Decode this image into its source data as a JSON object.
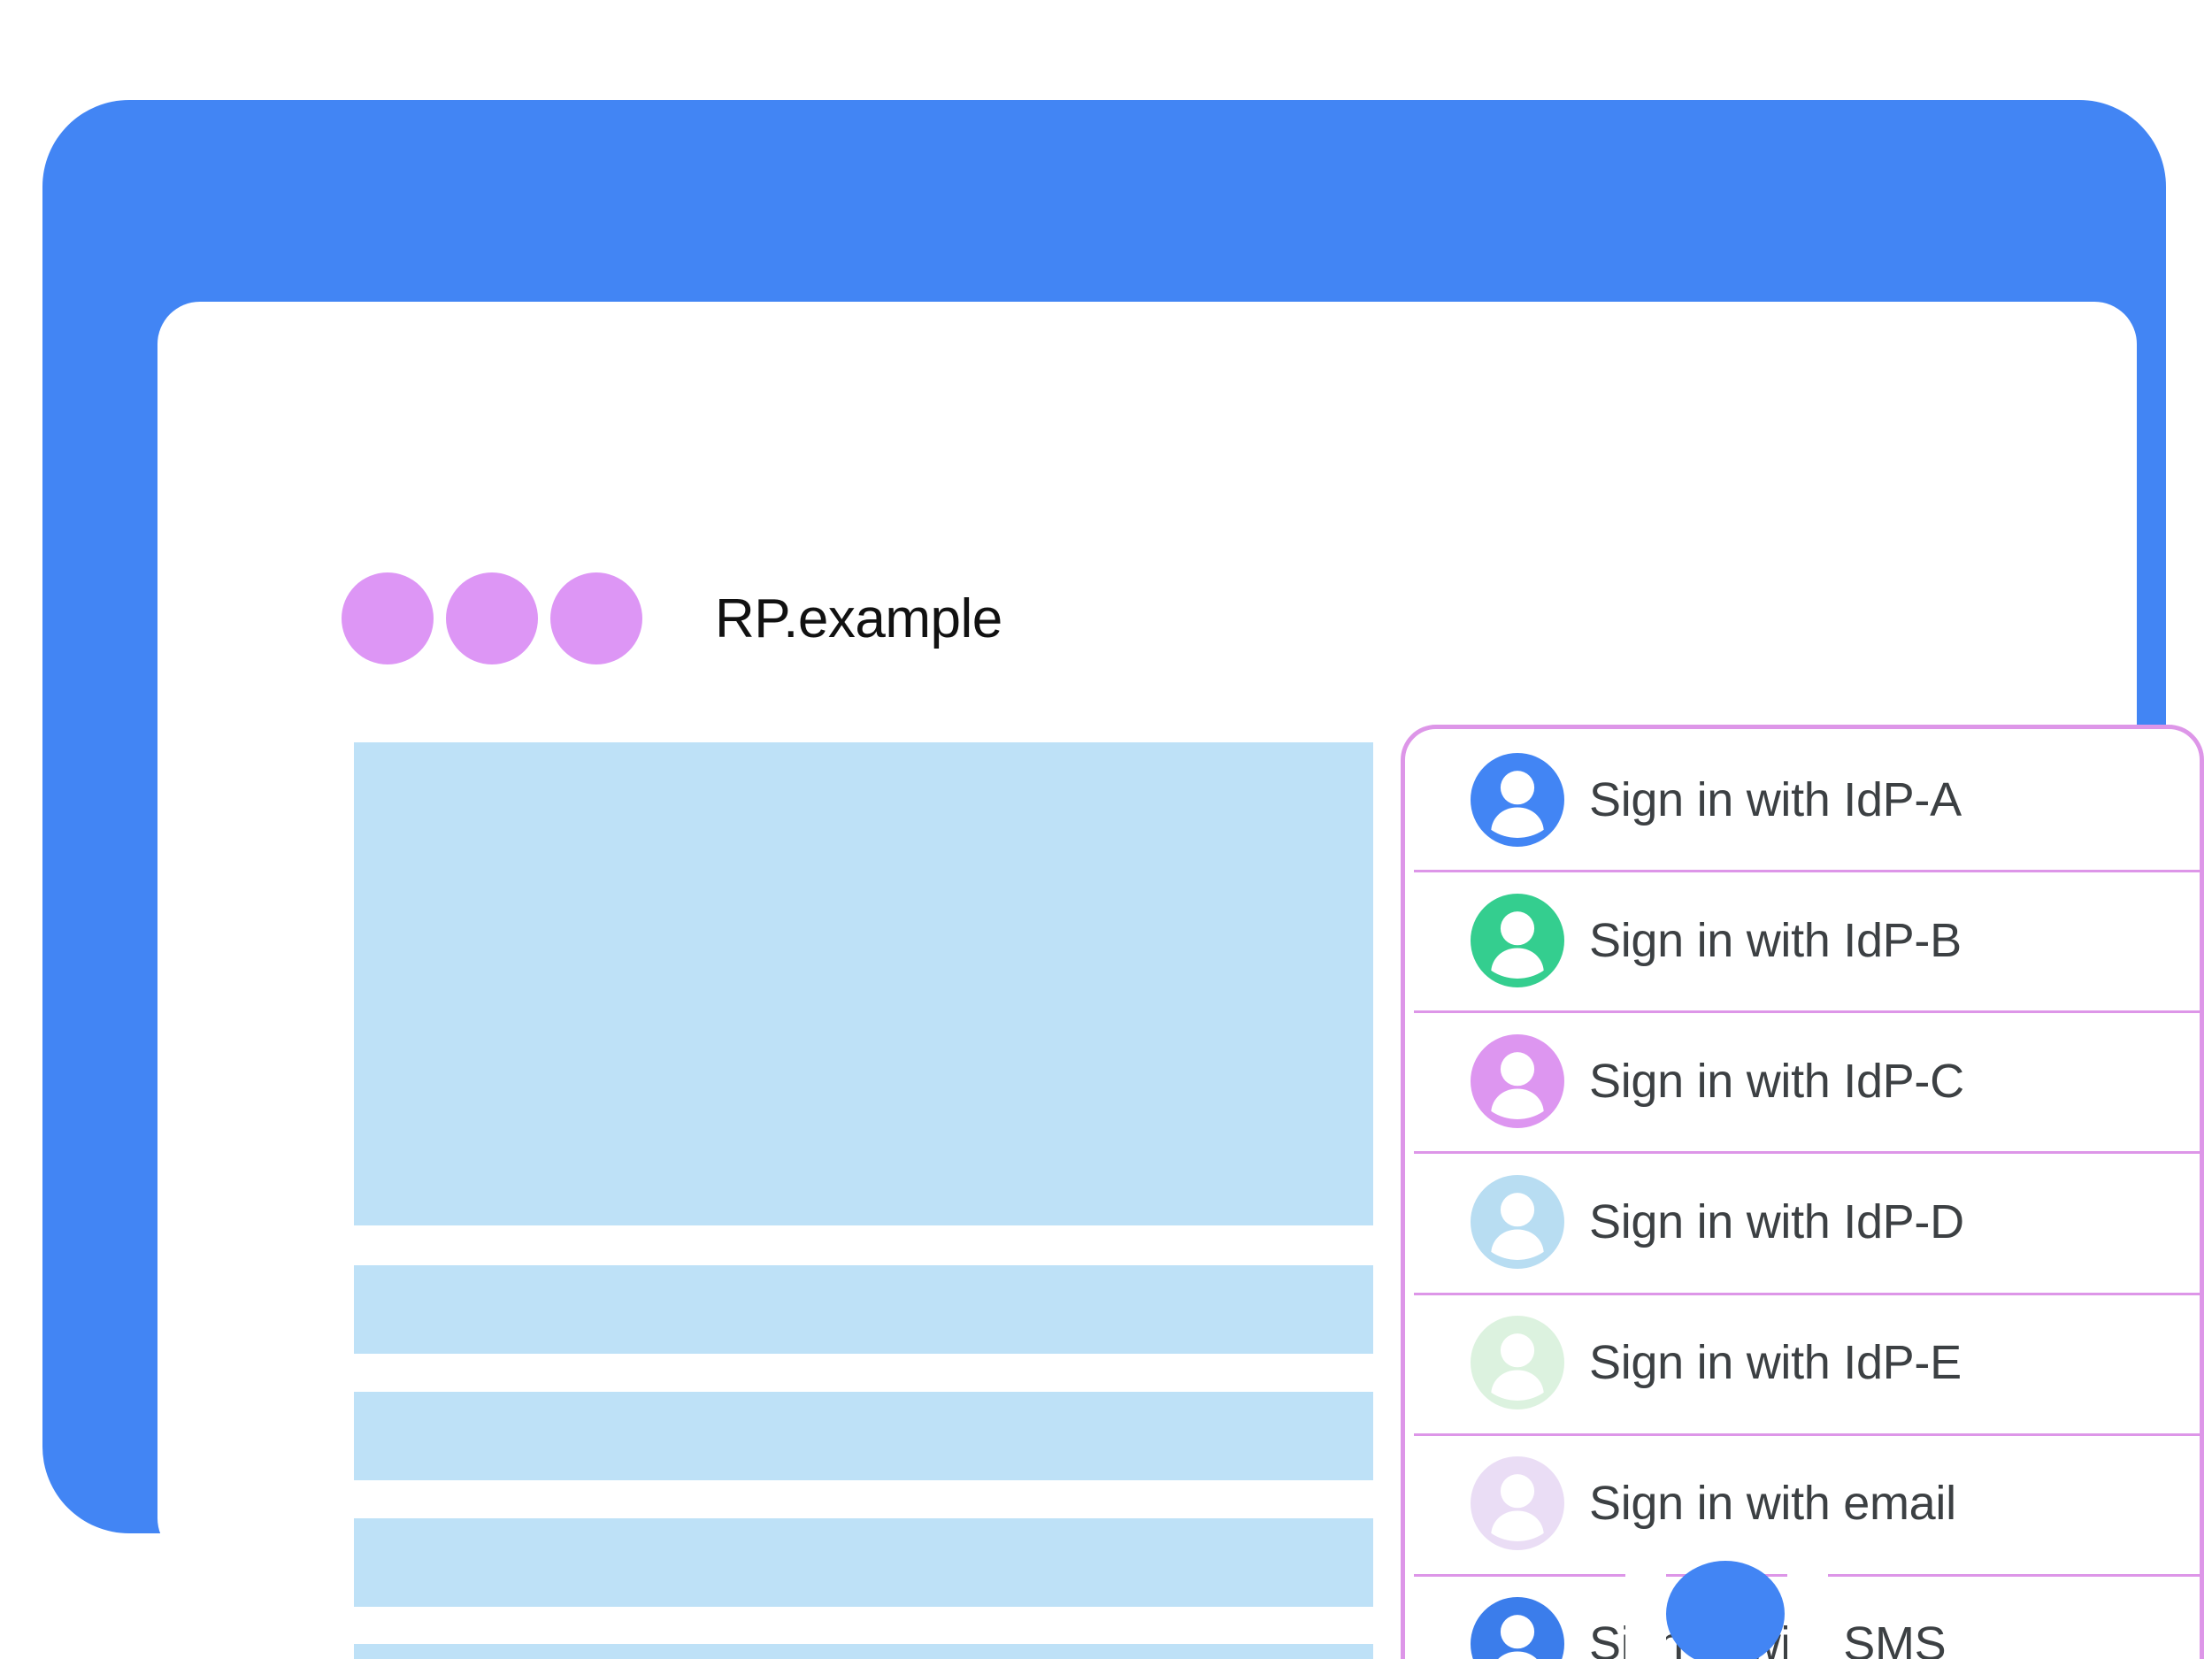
{
  "browser": {
    "title": "RP.example",
    "window_dots": [
      "dot-1",
      "dot-2",
      "dot-3"
    ],
    "dot_color": "#DD96F5"
  },
  "page_skeleton": {
    "placeholder_color": "#BEE1F7",
    "blocks": [
      {
        "name": "hero-placeholder"
      },
      {
        "name": "text-line-placeholder-1"
      },
      {
        "name": "text-line-placeholder-2"
      },
      {
        "name": "text-line-placeholder-3"
      },
      {
        "name": "text-line-placeholder-4"
      }
    ]
  },
  "account_chooser": {
    "border_color": "#DD96E8",
    "divider_color": "#DD96E8",
    "label_color": "#3C4043",
    "accounts": [
      {
        "label": "Sign in with IdP-A",
        "avatar_icon": "person-avatar-icon",
        "avatar_color": "#4285F4"
      },
      {
        "label": "Sign in with IdP-B",
        "avatar_icon": "person-avatar-icon",
        "avatar_color": "#34CE8F"
      },
      {
        "label": "Sign in with IdP-C",
        "avatar_icon": "person-avatar-icon",
        "avatar_color": "#DD96F0"
      },
      {
        "label": "Sign in with IdP-D",
        "avatar_icon": "person-avatar-icon",
        "avatar_color": "#B8DDF2"
      },
      {
        "label": "Sign in with IdP-E",
        "avatar_icon": "person-avatar-icon",
        "avatar_color": "#DCF2DF"
      },
      {
        "label": "Sign in with email",
        "avatar_icon": "person-avatar-icon",
        "avatar_color": "#EADDF5"
      },
      {
        "label": "Sign in with SMS",
        "avatar_icon": "person-avatar-icon",
        "avatar_color": "#3B7DEB"
      }
    ]
  },
  "device": {
    "frame_color": "#4285F4",
    "home_button": "home-button"
  }
}
